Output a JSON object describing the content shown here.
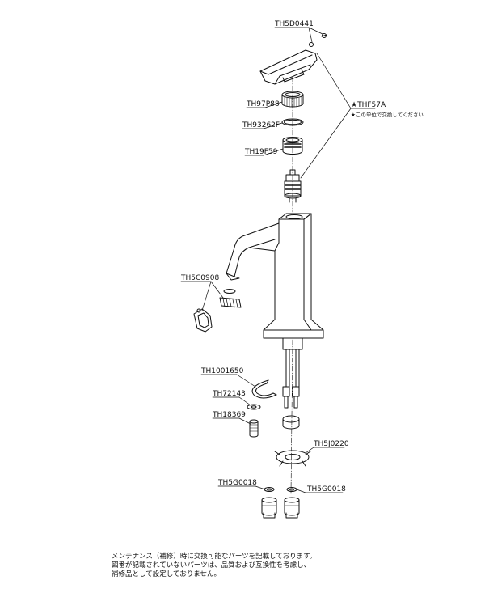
{
  "parts": [
    {
      "id": "th5d0441",
      "code": "TH5D0441"
    },
    {
      "id": "th97p88",
      "code": "TH97P88"
    },
    {
      "id": "th93262f",
      "code": "TH93262F"
    },
    {
      "id": "th19f59",
      "code": "TH19F59"
    },
    {
      "id": "thf57a",
      "code": "★THF57A"
    },
    {
      "id": "th5c0908",
      "code": "TH5C0908"
    },
    {
      "id": "th1001650",
      "code": "TH1001650"
    },
    {
      "id": "th72143",
      "code": "TH72143"
    },
    {
      "id": "th18369",
      "code": "TH18369"
    },
    {
      "id": "th5j0220",
      "code": "TH5J0220"
    },
    {
      "id": "th5g0018_left",
      "code": "TH5G0018"
    },
    {
      "id": "th5g0018_right",
      "code": "TH5G0018"
    }
  ],
  "thf57a_note": "★この単位で交換してください",
  "footer": {
    "line1": "メンテナンス（補修）時に交換可能なパーツを記載しております。",
    "line2": "図番が記載されていないパーツは、品質および互換性を考慮し、",
    "line3": "補修品として設定しておりません。"
  },
  "colors": {
    "ink": "#111111",
    "background": "#ffffff"
  }
}
